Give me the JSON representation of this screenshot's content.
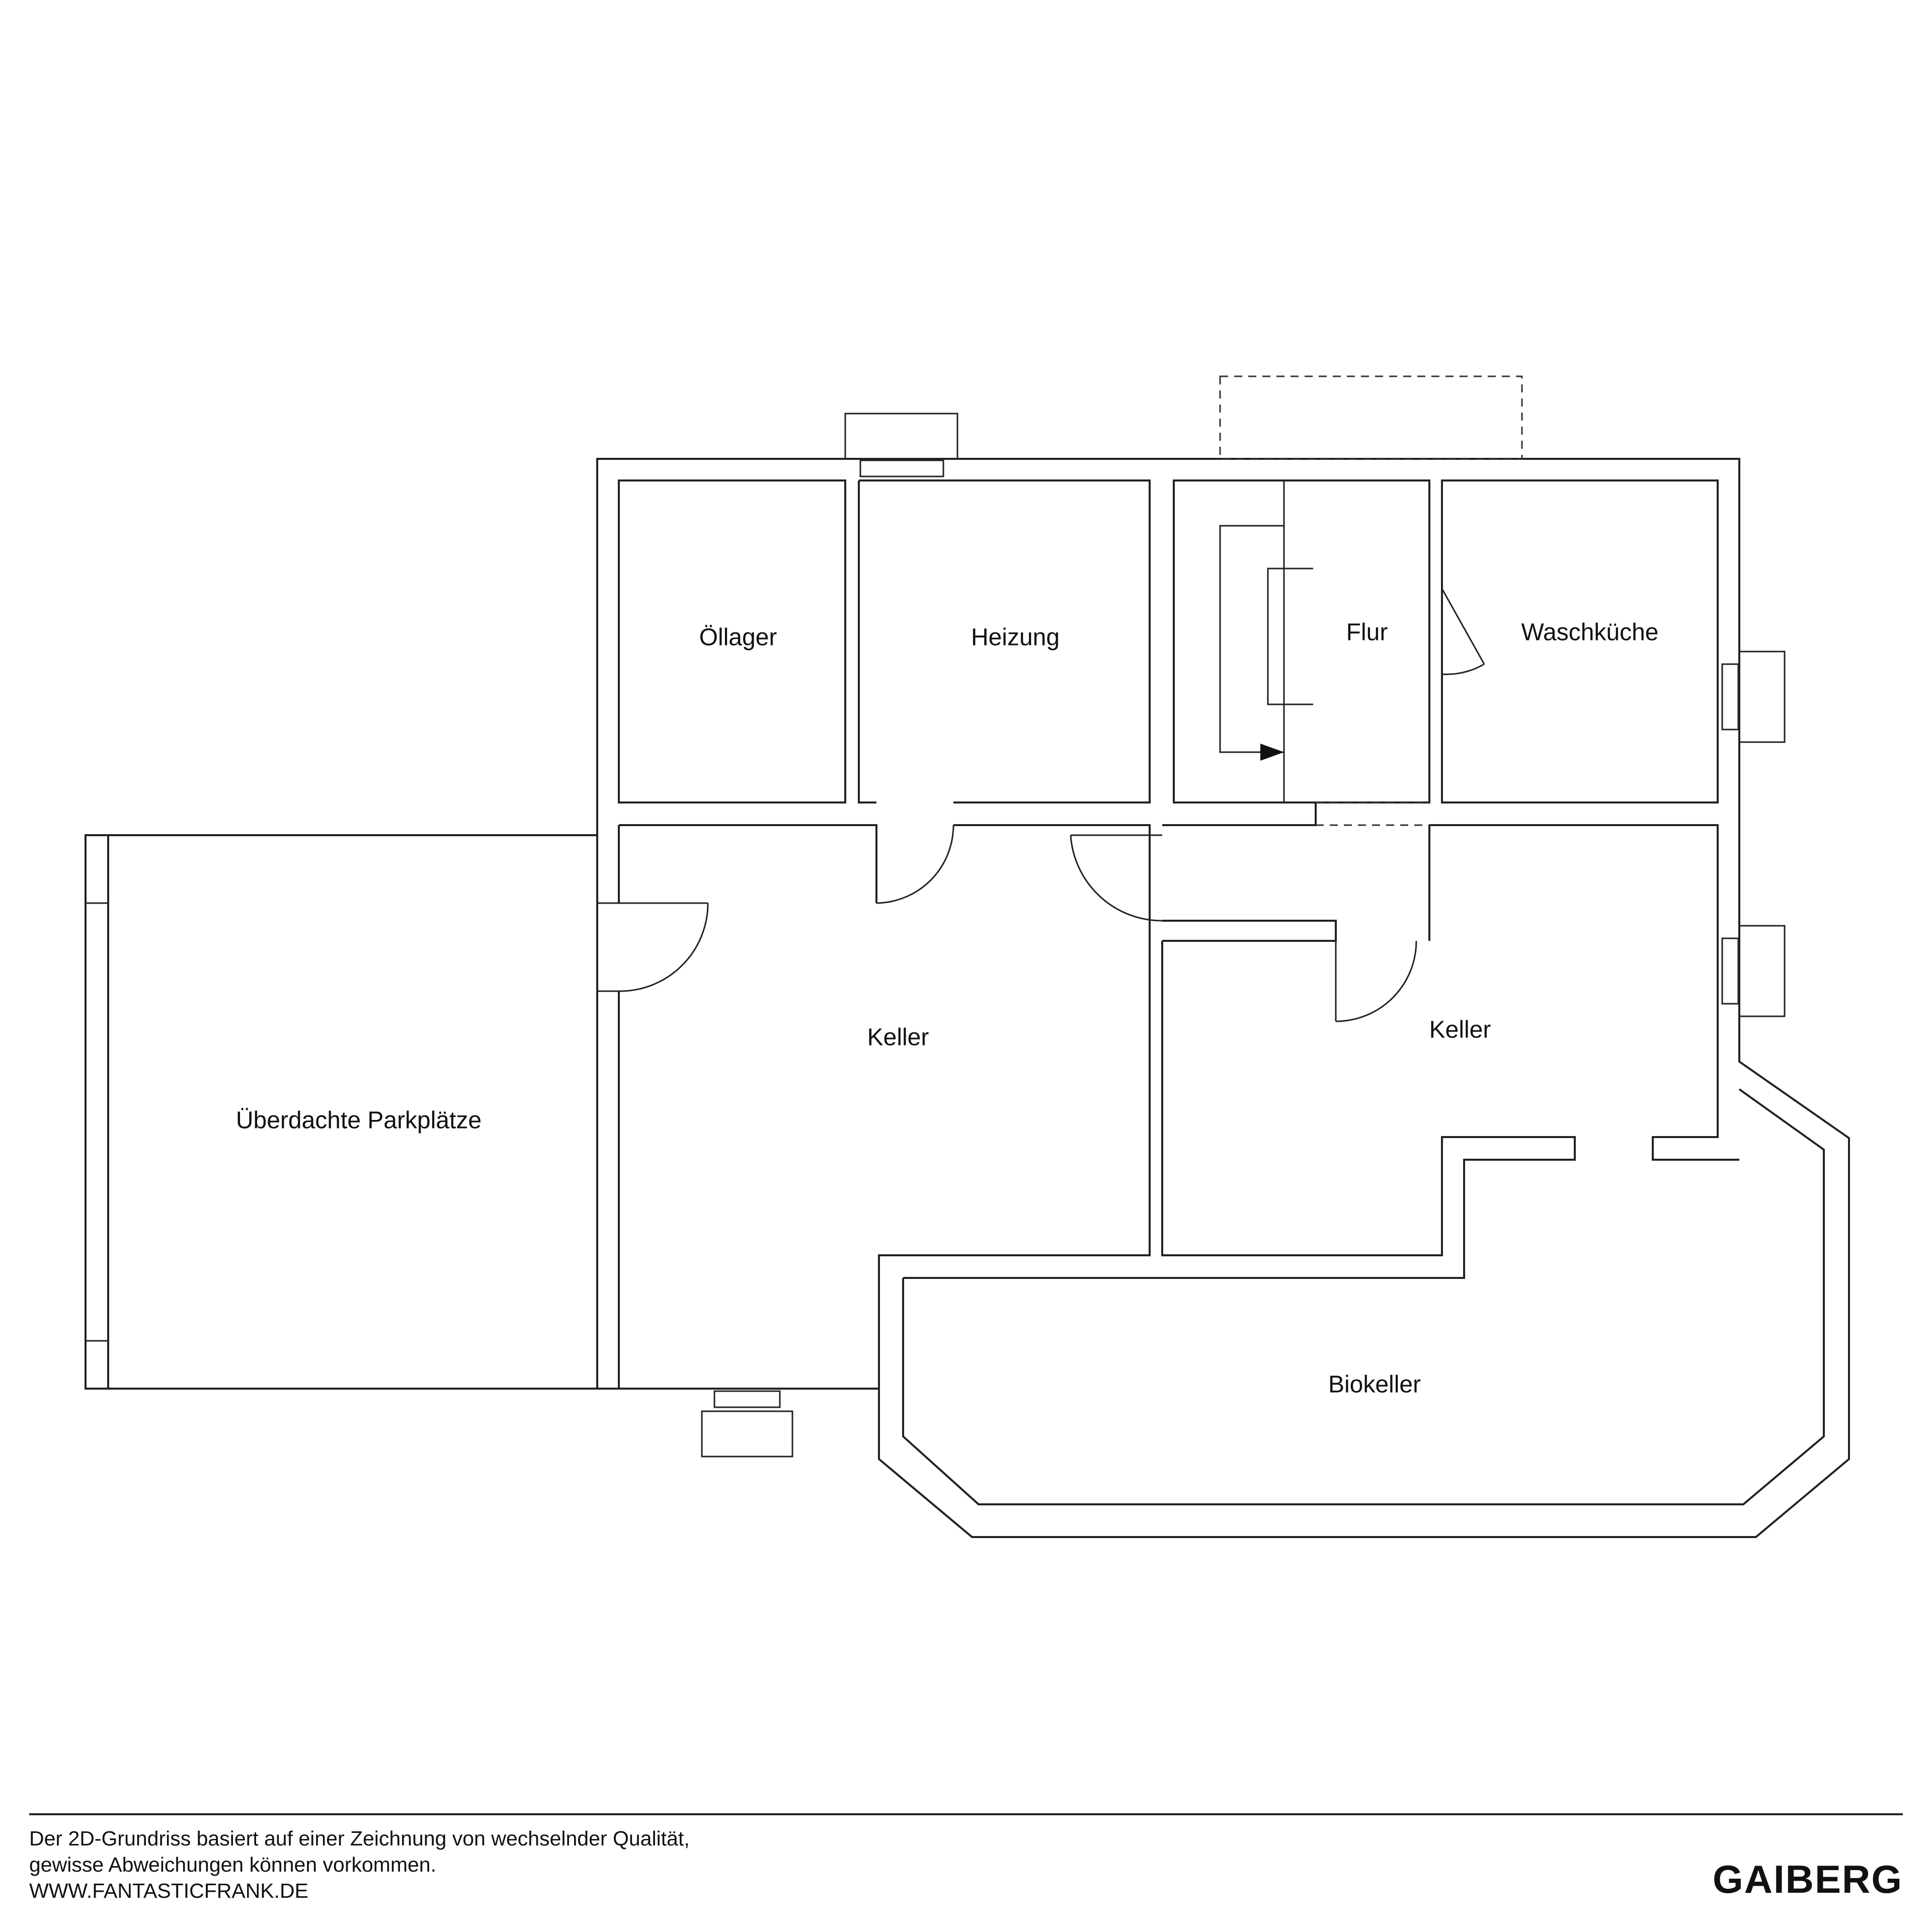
{
  "rooms": {
    "oellager": "Öllager",
    "heizung": "Heizung",
    "flur": "Flur",
    "waschkueche": "Waschküche",
    "keller_west": "Keller",
    "keller_east": "Keller",
    "parkplaetze": "Überdachte Parkplätze",
    "biokeller": "Biokeller"
  },
  "footer": {
    "disclaimer_line1": "Der 2D-Grundriss basiert auf einer Zeichnung von wechselnder Qualität,",
    "disclaimer_line2": "gewisse Abweichungen können vorkommen.",
    "website": "WWW.FANTASTICFRANK.DE",
    "location": "GAIBERG"
  },
  "colors": {
    "line": "#222222",
    "background": "#ffffff"
  }
}
